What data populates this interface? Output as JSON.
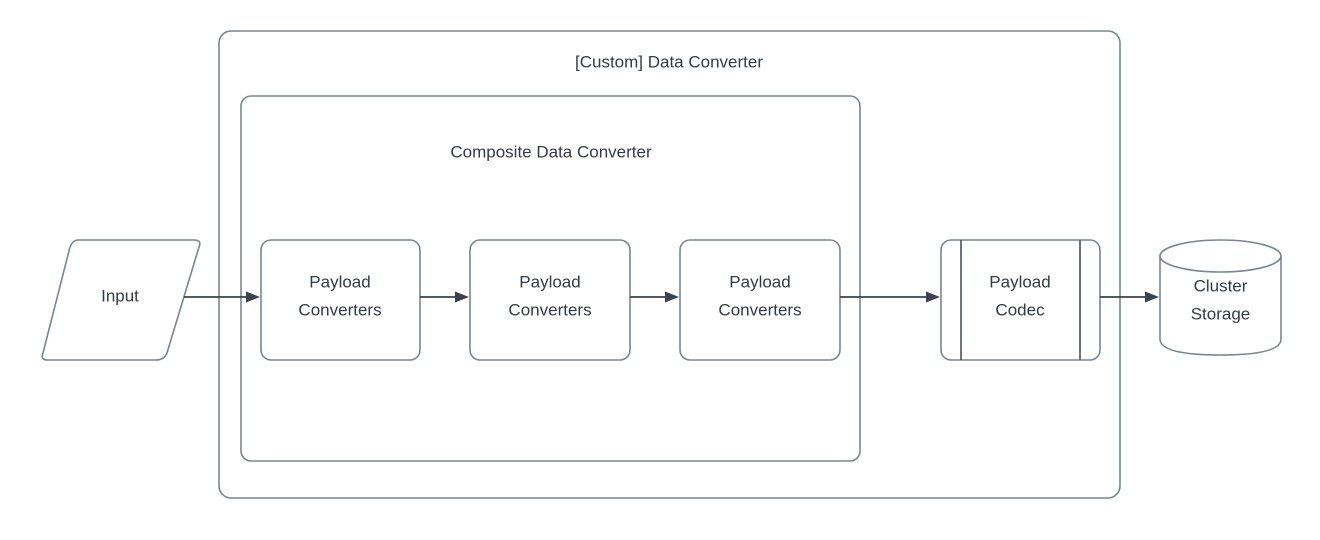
{
  "diagram": {
    "title": "[Custom] Data Converter",
    "stroke_color": "#7a8592",
    "text_color": "#343b47",
    "connector_color": "#3b424e",
    "background": "#ffffff"
  },
  "outer_container": {
    "label": "[Custom] Data Converter",
    "shape": "rounded-rectangle"
  },
  "inner_container": {
    "label": "Composite Data Converter",
    "shape": "rounded-rectangle"
  },
  "nodes": {
    "input": {
      "label": "Input",
      "shape": "parallelogram"
    },
    "converter_1": {
      "label_line1": "Payload",
      "label_line2": "Converters",
      "shape": "rounded-rectangle"
    },
    "converter_2": {
      "label_line1": "Payload",
      "label_line2": "Converters",
      "shape": "rounded-rectangle"
    },
    "converter_3": {
      "label_line1": "Payload",
      "label_line2": "Converters",
      "shape": "rounded-rectangle"
    },
    "payload_codec": {
      "label_line1": "Payload",
      "label_line2": "Codec",
      "shape": "predefined-process"
    },
    "cluster_storage": {
      "label_line1": "Cluster",
      "label_line2": "Storage",
      "shape": "cylinder"
    }
  },
  "edges": [
    {
      "from": "input",
      "to": "converter_1",
      "label": ""
    },
    {
      "from": "converter_1",
      "to": "converter_2",
      "label": ""
    },
    {
      "from": "converter_2",
      "to": "converter_3",
      "label": ""
    },
    {
      "from": "converter_3",
      "to": "payload_codec",
      "label": ""
    },
    {
      "from": "payload_codec",
      "to": "cluster_storage",
      "label": ""
    }
  ]
}
